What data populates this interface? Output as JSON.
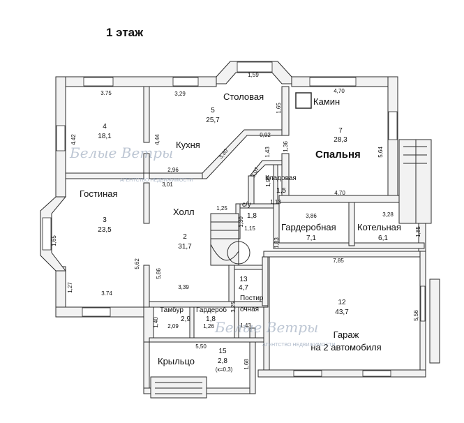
{
  "title": "1 этаж",
  "rooms": [
    {
      "id": "living",
      "name": "Гостиная",
      "num": "3",
      "area": "23,5"
    },
    {
      "id": "room4",
      "name": "",
      "num": "4",
      "area": "18,1"
    },
    {
      "id": "kitchen",
      "name": "Кухня",
      "num": "5",
      "area": "25,7"
    },
    {
      "id": "dining",
      "name": "Столовая",
      "num": "",
      "area": ""
    },
    {
      "id": "bedroom",
      "name": "Спальня",
      "num": "7",
      "area": "28,3"
    },
    {
      "id": "fireplace",
      "name": "Камин",
      "num": "",
      "area": ""
    },
    {
      "id": "pantry",
      "name": "Кладовая",
      "num": "",
      "area": "1,5"
    },
    {
      "id": "wc",
      "name": "с/у",
      "num": "",
      "area": "1,8"
    },
    {
      "id": "hall",
      "name": "Холл",
      "num": "2",
      "area": "31,7"
    },
    {
      "id": "wardrobe",
      "name": "Гардеробная",
      "num": "",
      "area": "7,1"
    },
    {
      "id": "boiler",
      "name": "Котельная",
      "num": "",
      "area": "6,1"
    },
    {
      "id": "corridor",
      "name": "",
      "num": "13",
      "area": "4,7"
    },
    {
      "id": "laundry",
      "name": "Постир\nочная",
      "num": "",
      "area": "1,43"
    },
    {
      "id": "vestibule",
      "name": "Тамбур",
      "num": "",
      "area": "2,9"
    },
    {
      "id": "cloak",
      "name": "Гардероб",
      "num": "",
      "area": "1,8"
    },
    {
      "id": "garage",
      "name": "Гараж\nна 2 автомобиля",
      "num": "12",
      "area": "43,7"
    },
    {
      "id": "porch",
      "name": "Крыльцо",
      "num": "15",
      "area": "2,8",
      "note": "(к=0,3)"
    }
  ],
  "dimensions": [
    "3.75",
    "3,29",
    "1,59",
    "4,70",
    "4.42",
    "4,44",
    "1,65",
    "5,64",
    "0,92",
    "1,43",
    "1,36",
    "3,30",
    "2,96",
    "3,01",
    "3,07",
    "1,99",
    "1,13",
    "4,70",
    "1,25",
    "1,30",
    "1,15",
    "3,86",
    "3,28",
    "1,83",
    "1,85",
    "1,65",
    "5,62",
    "5,86",
    "3,39",
    "1,27",
    "3.74",
    "7,85",
    "1,40",
    "2,09",
    "1,26",
    "3,25",
    "5,56",
    "5,50",
    "1,68"
  ],
  "watermark": {
    "brand": "Белые Ветры",
    "tagline": "АГЕНТСТВО НЕДВИЖИМОСТИ"
  }
}
